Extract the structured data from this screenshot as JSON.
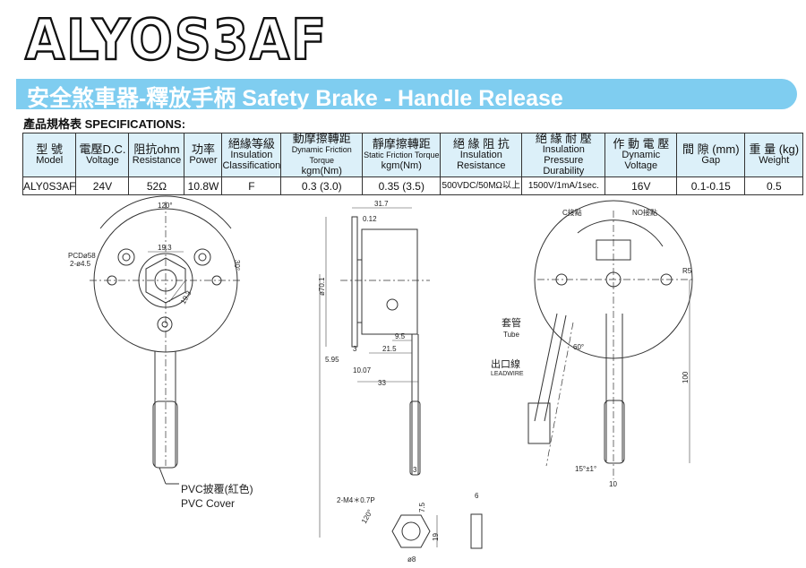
{
  "title": "ALYOS3AF",
  "banner": "安全煞車器-釋放手柄 Safety Brake - Handle Release",
  "spec_label": "產品規格表 SPECIFICATIONS:",
  "table": {
    "headers": [
      {
        "zh": "型 號",
        "en": "Model"
      },
      {
        "zh": "電壓D.C.",
        "en": "Voltage"
      },
      {
        "zh": "阻抗ohm",
        "en": "Resistance"
      },
      {
        "zh": "功率",
        "en": "Power"
      },
      {
        "zh": "絕緣等級",
        "en": "Insulation Classification"
      },
      {
        "zh": "動摩擦轉距",
        "en": "Dynamic Friction Torque",
        "en2": "kgm(Nm)"
      },
      {
        "zh": "靜摩擦轉距",
        "en": "Static Friction Torque",
        "en2": "kgm(Nm)"
      },
      {
        "zh": "絕 緣 阻 抗",
        "en": "Insulation Resistance"
      },
      {
        "zh": "絕 緣 耐 壓",
        "en": "Insulation Pressure",
        "en2": "Durability"
      },
      {
        "zh": "作 動 電 壓",
        "en": "Dynamic Voltage"
      },
      {
        "zh": "間 隙 (mm)",
        "en": "Gap"
      },
      {
        "zh": "重 量 (kg)",
        "en": "Weight"
      }
    ],
    "row": [
      "ALY0S3AF",
      "24V",
      "52Ω",
      "10.8W",
      "F",
      "0.3 (3.0)",
      "0.35 (3.5)",
      "500VDC/50MΩ以上",
      "1500V/1mA/1sec.",
      "16V",
      "0.1-0.15",
      "0.5"
    ]
  },
  "drawing": {
    "front": {
      "angle": "120°",
      "pcd": "PCDø58",
      "holes": "2-ø4.5",
      "hex": "19.3",
      "hex2": "19.3",
      "angle2": "30°",
      "cover_zh": "PVC披覆(紅色)",
      "cover_en": "PVC Cover"
    },
    "side": {
      "d1": "31.7",
      "d2": "0.12",
      "dia": "ø70.1",
      "d3": "9.5",
      "d4": "21.5",
      "d5": "3",
      "d6": "5.95",
      "d7": "10.07",
      "d8": "33",
      "d9": "3"
    },
    "hub": {
      "thread": "2-M4＊0.7P",
      "angle": "120°",
      "d1": "7.5",
      "d2": "19",
      "dia": "ø8",
      "width": "6"
    },
    "handle": {
      "c_contact": "C接點",
      "no_contact": "NO接點",
      "r": "R5",
      "tube_zh": "套管",
      "tube_en": "Tube",
      "lead_zh": "出口線",
      "lead_en": "LEADWIRE",
      "angle": "60°",
      "tol": "15°±1°",
      "len": "100",
      "w": "10"
    }
  }
}
